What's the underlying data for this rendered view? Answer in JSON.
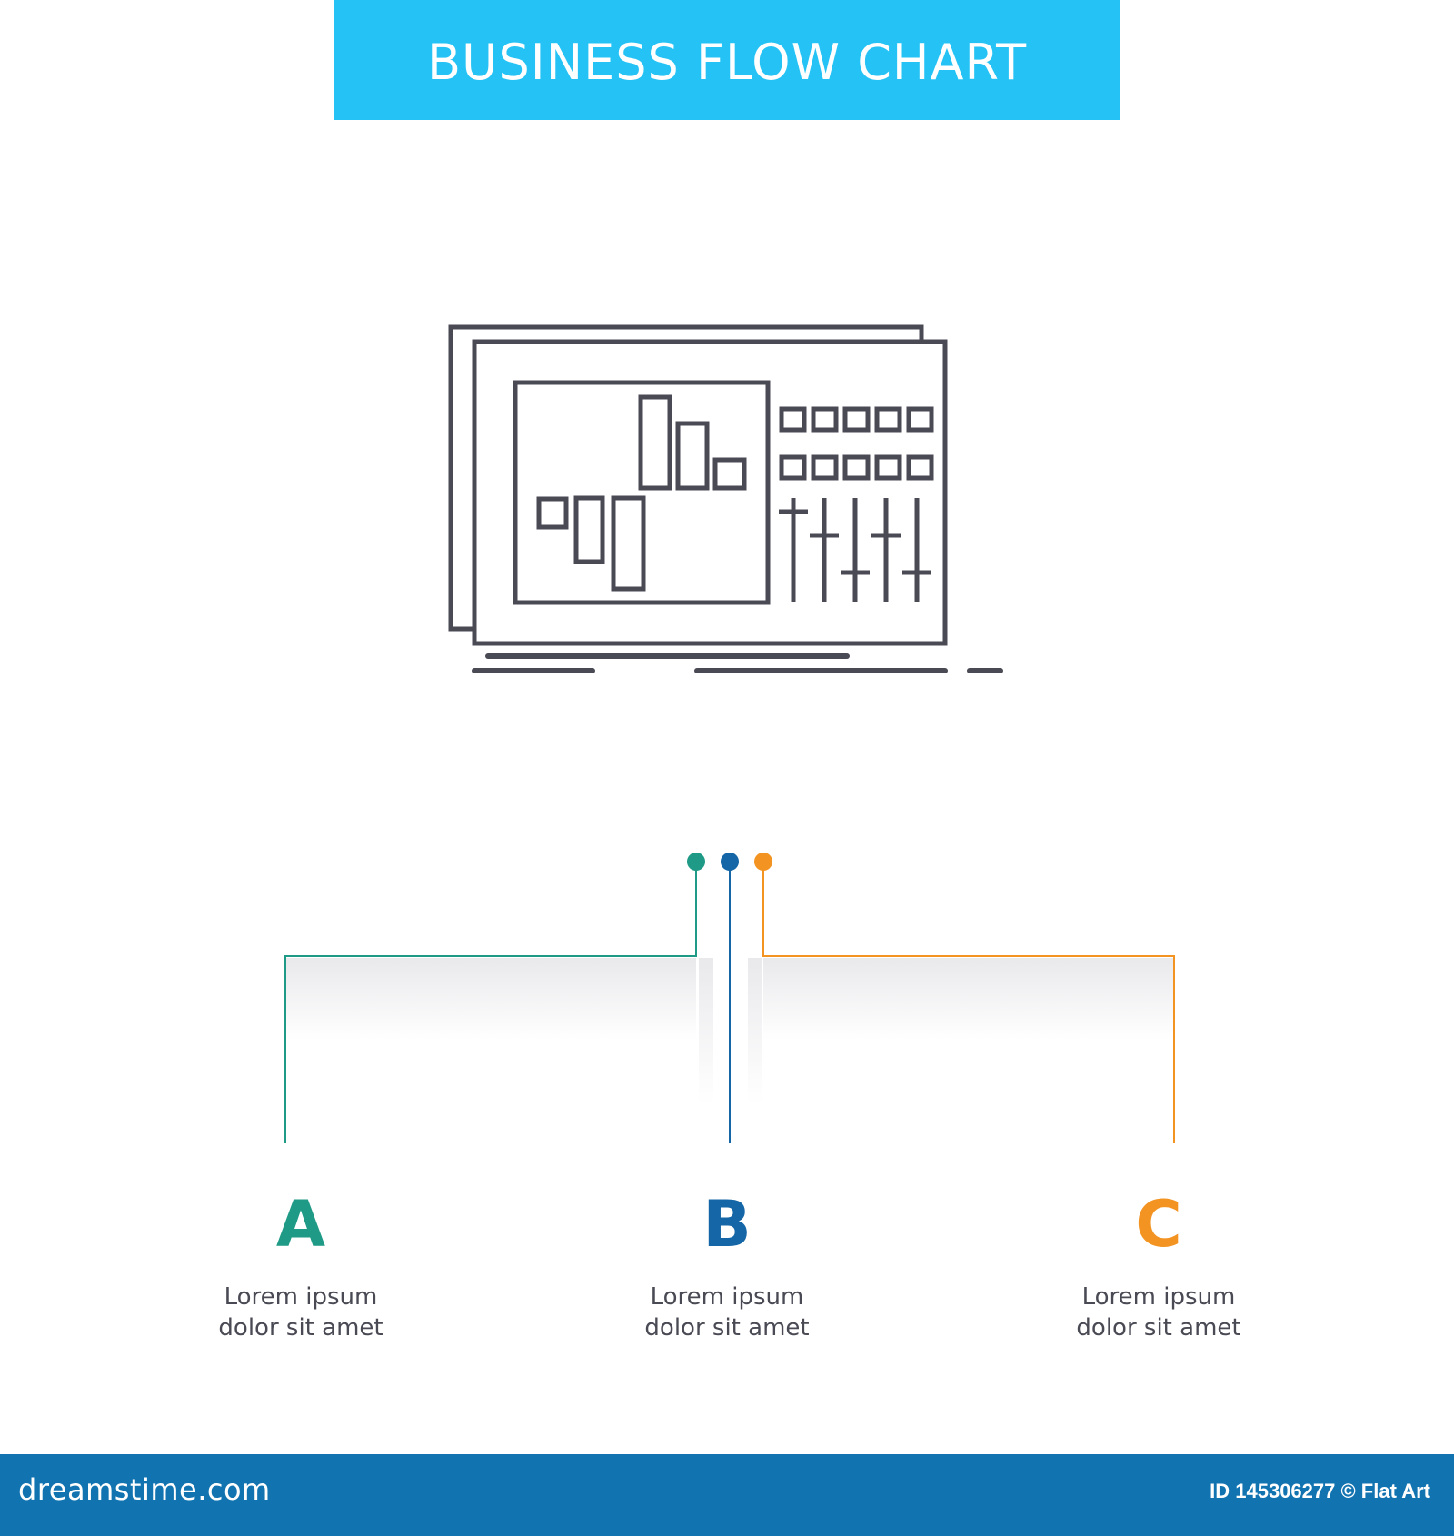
{
  "title": "BUSINESS FLOW CHART",
  "colors": {
    "banner": "#25c3f5",
    "icon_stroke": "#4a4a55",
    "a": "#1e9a86",
    "b": "#1566a6",
    "c": "#f39321",
    "footer": "#1173b0"
  },
  "icon": {
    "name": "equalizer-mixer-icon"
  },
  "steps": [
    {
      "letter": "A",
      "text_line1": "Lorem ipsum",
      "text_line2": "dolor sit amet",
      "color": "#1e9a86"
    },
    {
      "letter": "B",
      "text_line1": "Lorem ipsum",
      "text_line2": "dolor sit amet",
      "color": "#1566a6"
    },
    {
      "letter": "C",
      "text_line1": "Lorem ipsum",
      "text_line2": "dolor sit amet",
      "color": "#f39321"
    }
  ],
  "footer": {
    "site": "dreamstime.com",
    "id_text": "ID 145306277 © Flat Art"
  }
}
